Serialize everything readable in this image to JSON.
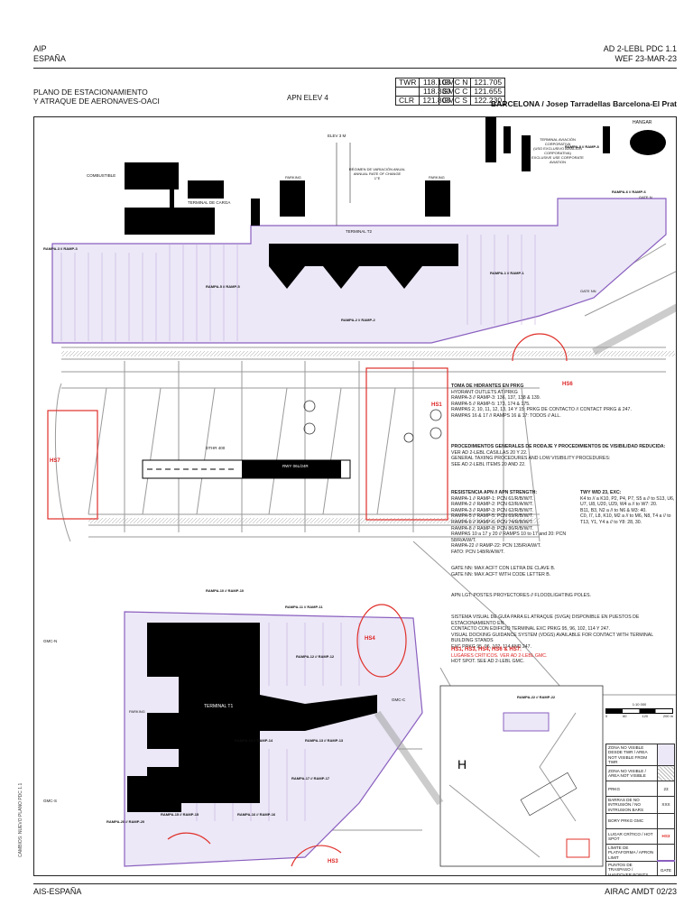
{
  "header": {
    "left_line1": "AIP",
    "left_line2": "ESPAÑA",
    "right_line1": "AD 2-LEBL PDC 1.1",
    "right_line2": "WEF 23-MAR-23"
  },
  "title": {
    "line1": "PLANO DE ESTACIONAMIENTO",
    "line2": "Y ATRAQUE DE AERONAVES-OACI",
    "apn_elev": "APN ELEV 4",
    "airport": "BARCELONA / Josep Tarradellas Barcelona-El Prat"
  },
  "frequencies": {
    "left": [
      {
        "label": "TWR",
        "value": "118.105"
      },
      {
        "label": "",
        "value": "118.330"
      },
      {
        "label": "CLR",
        "value": "121.805"
      }
    ],
    "right": [
      {
        "label": "GMC N",
        "value": "121.705"
      },
      {
        "label": "GMC C",
        "value": "121.655"
      },
      {
        "label": "GMC S",
        "value": "122.230"
      }
    ]
  },
  "map_labels": {
    "hangar": "HANGAR",
    "elev": "ELEV 3 M",
    "combustible": "COMBUSTIBLE",
    "terminal_carga": "TERMINAL DE CARGA",
    "parking1": "PARKING",
    "parking2": "PARKING",
    "variation": "RÉGIMEN DE VARIACIÓN ANUAL",
    "variation_en": "ANNUAL RATE OF CHANGE",
    "variation_value": "1°E",
    "terminal_t2": "TERMINAL T2",
    "terminal_t1": "TERMINAL T1",
    "terminal_aviation": "TERMINAL AVIACIÓN CORPORATIVA",
    "exclusive_use": "(USO EXCLUSIVO AVIACIÓN CORPORATIVA)",
    "exclusive_use_en": "EXCLUSIVE USE CORPORATE AVIATION",
    "rwy_label": "RWY 06L/24R",
    "dthr": "DTHR 400",
    "parking_t1": "PARKING",
    "gmc_n": "GMC-N",
    "gmc_c": "GMC-C",
    "gmc_s": "GMC-S",
    "rampa1": "RAMPA-1 // RAMP-1",
    "rampa2": "RAMPA-2 // RAMP-2",
    "rampa3": "RAMPA-3 // RAMP-3",
    "rampa5": "RAMPA-5 // RAMP-5",
    "rampa6": "RAMPA-6 // RAMP-6",
    "rampa8": "RAMPA-8 // RAMP-8",
    "rampa10": "RAMPA-10 // RAMP-10",
    "rampa11": "RAMPA-11 // RAMP-11",
    "rampa12": "RAMPA-12 // RAMP-12",
    "rampa13": "RAMPA-13 // RAMP-13",
    "rampa14": "RAMPA-14 // RAMP-14",
    "rampa15": "RAMPA-15 // RAMP-15",
    "rampa16": "RAMPA-16 // RAMP-16",
    "rampa17": "RAMPA-17 // RAMP-17",
    "rampa20": "RAMPA-20 // RAMP-20",
    "rampa22": "RAMPA-22 // RAMP-22",
    "gate_nn": "GATE NN",
    "gate_n": "GATE N",
    "hs1": "HS1",
    "hs3": "HS3",
    "hs4": "HS4",
    "hs6": "HS6",
    "hs7": "HS7"
  },
  "notes": {
    "hydrant_title": "TOMA DE HIDRANTES EN PRKG",
    "hydrant_en": "HYDRANT OUTLETS AT PRKG",
    "hydrant_lines": [
      "RAMPA-3 // RAMP-3: 136, 137, 138 & 139.",
      "RAMPA-5 // RAMP-5: 173, 174 & 175.",
      "RAMPAS 2, 10, 11, 12, 13, 14 Y 15: PRKG DE CONTACTO // CONTACT PRKG & 247.",
      "RAMPAS 16 & 17 // RAMPS 16 & 17: TODOS // ALL."
    ],
    "proc_title": "PROCEDIMIENTOS GENERALES DE RODAJE Y PROCEDIMIENTOS DE VISIBILIDAD REDUCIDA:",
    "proc_lines": [
      "VER AD 2-LEBL CASILLAS 20 Y 22.",
      "GENERAL TAXIING PROCEDURES AND LOW VISIBILITY PROCEDURES:",
      "SEE AD 2-LEBL ITEMS 20 AND 22."
    ],
    "strength_title": "RESISTENCIA APN // APN STRENGTH:",
    "strength_lines": [
      "RAMPA-1 // RAMP-1: PCN 61/R/B/W/T.",
      "RAMPA-2 // RAMP-2: PCN 62/R/A/W/T.",
      "RAMPA-3 // RAMP-3: PCN 62/R/B/W/T.",
      "RAMPA-5 // RAMP-5: PCN 69/R/B/W/T.",
      "RAMPA-6 // RAMP-6: PCN 74/R/B/W/T.",
      "RAMPA-8 // RAMP-8: PCN 86/R/B/W/T.",
      "RAMPAS 10 a 17 y 20 // RAMPS 10 to 17 and 20: PCN 58/R/A/W/T.",
      "RAMPA-22 // RAMP-22: PCN 135/R/A/W/T.",
      "FATO: PCN 148/R/A/W/T."
    ],
    "twy_title": "TWY WID 23, EXC:",
    "twy_lines": [
      "K4 to // a K10, P2, P4, P7, S5 a // to S13, U6, U7, U8, U20, U29, W4 a // to W7: 20.",
      "B11, B3, N2 a // to N6 & M3: 40.",
      "C0, I7, L8, K10, M2 a // to M6, N8, T4 a // to T13, Y1, Y4 a // to Y8: 28, 30."
    ],
    "gate_lines": [
      "GATE NN: MAX ACFT CON LETRA DE CLAVE B.",
      "GATE NN: MAX ACFT WITH CODE LETTER B."
    ],
    "apn_lights": "APN LGT: POSTES PROYECTORES // FLOODLIGHTING POLES.",
    "vdgs_lines": [
      "SISTEMA VISUAL DE GUÍA PARA EL ATRAQUE (SVGA) DISPONIBLE EN PUESTOS DE ESTACIONAMIENTO EN",
      "CONTACTO CON EDIFICIO TERMINAL EXC PRKG 95, 96, 102, 114 Y 247.",
      "VISUAL DOCKING GUIDANCE SYSTEM (VDGS) AVAILABLE FOR CONTACT WITH TERMINAL BUILDING STANDS",
      "EXC PRKG 95, 96, 102, 114 AND 247."
    ],
    "hot_spots": "HS1, HS3, HS4, HS6 & HS7:",
    "hot_spot_lines": [
      "LUGARES CRÍTICOS. VER AD 2-LEBL GMC.",
      "HOT SPOT. SEE AD 2-LEBL GMC."
    ]
  },
  "scale": {
    "zero": "0",
    "sixty": "60",
    "one_twenty": "120",
    "two_hundred": "200 m",
    "unit": "1:10 000"
  },
  "legend": [
    {
      "label": "ZONA NO VISIBLE DESDE TWR / AREA NOT VISIBLE FROM TWR",
      "symbol": ""
    },
    {
      "label": "ZONA NO VISIBLE / AREA NOT VISIBLE",
      "symbol": ""
    },
    {
      "label": "PRKG",
      "symbol": "23"
    },
    {
      "label": "BARRAS DE NO INTRUSIÓN / NO INTRUSION BARS",
      "symbol": "XXX"
    },
    {
      "label": "BORY PRKG GMC",
      "symbol": ""
    },
    {
      "label": "LUGAR CRÍTICO / HOT SPOT",
      "symbol": "HS3"
    },
    {
      "label": "LÍMITE DE PLATAFORMA / APRON LIMIT",
      "symbol": ""
    },
    {
      "label": "PUNTOS DE TRASPASO / HANDOVER POINTS",
      "symbol": "GATE"
    }
  ],
  "footer": {
    "left": "AIS-ESPAÑA",
    "right": "AIRAC AMDT 02/23",
    "side": "CAMBIOS: NUEVO PLANO PDC 1.1"
  },
  "colors": {
    "apron": "#ece8f7",
    "apron_border": "#8a5fbf",
    "hotspot": "#e0302a",
    "building": "#000000"
  }
}
